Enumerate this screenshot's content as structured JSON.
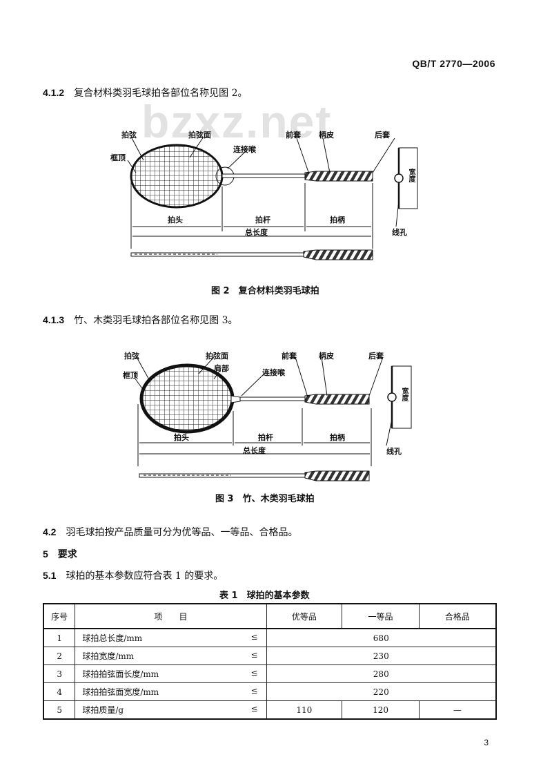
{
  "header": {
    "standard_code": "QB/T 2770—2006"
  },
  "watermark": "bzxz.net",
  "sections": {
    "s412": {
      "num": "4.1.2",
      "text": "复合材料类羽毛球拍各部位名称见图 2。"
    },
    "s413": {
      "num": "4.1.3",
      "text": "竹、木类羽毛球拍各部位名称见图 3。"
    },
    "s42": {
      "num": "4.2",
      "text": "羽毛球拍按产品质量可分为优等品、一等品、合格品。"
    },
    "s5": {
      "num": "5",
      "text": "要求"
    },
    "s51": {
      "num": "5.1",
      "text": "球拍的基本参数应符合表 1 的要求。"
    }
  },
  "figure2": {
    "caption": "图 2　复合材料类羽毛球拍",
    "labels": {
      "string": "拍弦",
      "string_face": "拍弦面",
      "frame_top": "框顶",
      "throat": "连接喉",
      "front_cap": "前套",
      "grip_leather": "柄皮",
      "rear_cap": "后套",
      "head": "拍头",
      "shaft": "拍杆",
      "handle": "拍柄",
      "total_length": "总长度",
      "width": "宽度",
      "string_hole": "线孔"
    }
  },
  "figure3": {
    "caption": "图 3　竹、木类羽毛球拍",
    "labels": {
      "string": "拍弦",
      "string_face": "拍弦面",
      "frame_top": "框顶",
      "shoulder": "肩部",
      "throat": "连接喉",
      "front_cap": "前套",
      "grip_leather": "柄皮",
      "rear_cap": "后套",
      "head": "拍头",
      "shaft": "拍杆",
      "handle": "拍柄",
      "total_length": "总长度",
      "width": "宽度",
      "string_hole": "线孔"
    }
  },
  "table1": {
    "caption": "表 1　球拍的基本参数",
    "headers": {
      "no": "序号",
      "item": "项　　目",
      "superior": "优等品",
      "first": "一等品",
      "qualified": "合格品"
    },
    "rows": [
      {
        "no": "1",
        "item": "球拍总长度/mm",
        "op": "≤",
        "value": "680"
      },
      {
        "no": "2",
        "item": "球拍宽度/mm",
        "op": "≤",
        "value": "230"
      },
      {
        "no": "3",
        "item": "球拍拍弦面长度/mm",
        "op": "≤",
        "value": "280"
      },
      {
        "no": "4",
        "item": "球拍拍弦面宽度/mm",
        "op": "≤",
        "value": "220"
      },
      {
        "no": "5",
        "item": "球拍质量/g",
        "op": "≤",
        "superior": "110",
        "first": "120",
        "qualified": "—"
      }
    ]
  },
  "page_number": "3"
}
